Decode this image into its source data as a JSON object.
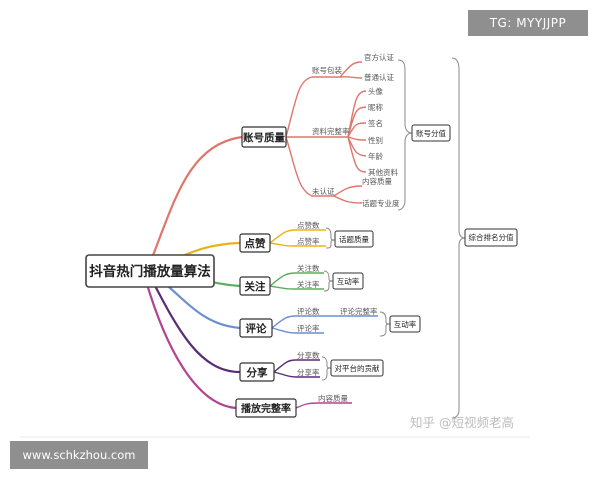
{
  "header_badge": "TG: MYYJJPP",
  "footer_badge": "www.schkzhou.com",
  "watermark": "知乎 @短视频老高",
  "mindmap": {
    "root": "抖音热门播放量算法",
    "branch_account": {
      "label": "账号质量",
      "packaging": {
        "label": "账号包装",
        "items": [
          "官方认证",
          "普通认证"
        ]
      },
      "profile": {
        "label": "资料完整率",
        "items": [
          "头像",
          "昵称",
          "签名",
          "性别",
          "年龄",
          "其他资料"
        ]
      },
      "unverified": {
        "label": "未认证",
        "items": [
          "内容质量",
          "话题专业度"
        ]
      },
      "score": "账号分值"
    },
    "branch_like": {
      "label": "点赞",
      "items": [
        "点赞数",
        "点赞率"
      ],
      "result": "话题质量"
    },
    "branch_follow": {
      "label": "关注",
      "items": [
        "关注数",
        "关注率"
      ],
      "result": "互动率"
    },
    "branch_comment": {
      "label": "评论",
      "items": [
        "评论数",
        "评论率"
      ],
      "extra": "评论完整率",
      "result": "互动率"
    },
    "branch_share": {
      "label": "分享",
      "items": [
        "分享数",
        "分享率"
      ],
      "result": "对平台的贡献"
    },
    "branch_play": {
      "label": "播放完整率",
      "items": [
        "内容质量"
      ]
    },
    "final": "综合排名分值"
  },
  "colors": {
    "account": "#e0766b",
    "like": "#e8b318",
    "follow": "#5cae5f",
    "comment": "#6b8fcf",
    "share": "#5a2c74",
    "play": "#b14591",
    "neutral": "#8a8a8a",
    "bracket": "#999999"
  }
}
